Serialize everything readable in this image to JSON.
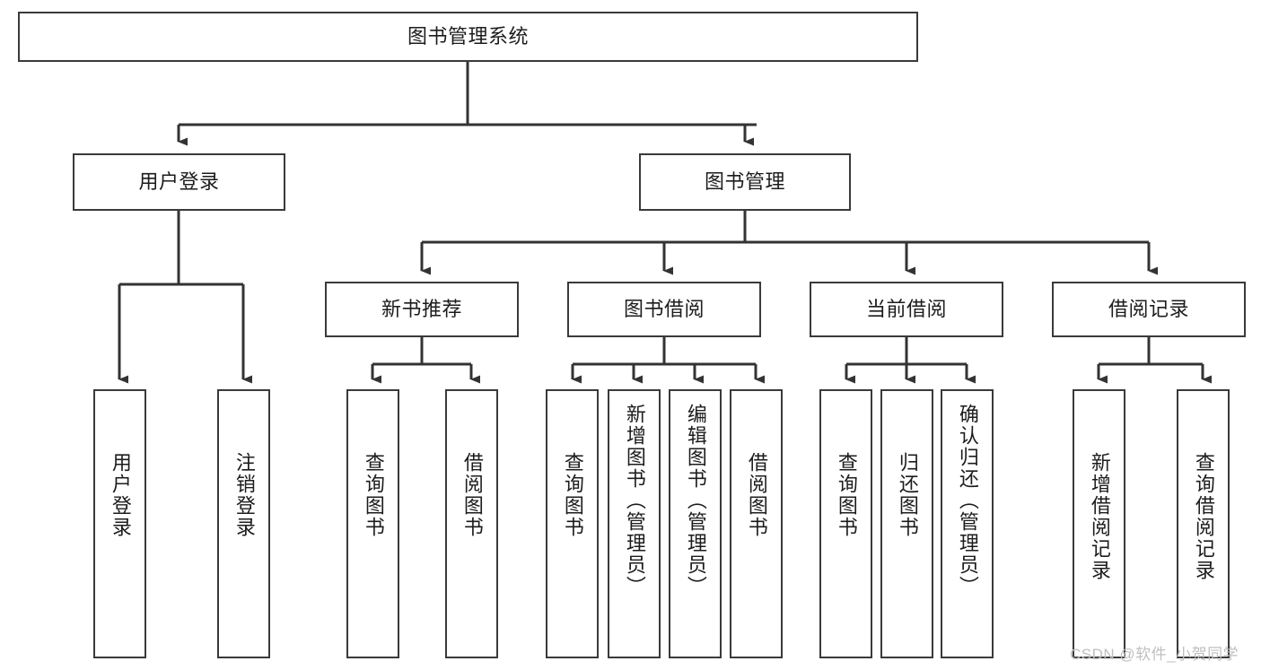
{
  "diagram": {
    "type": "hierarchy-tree",
    "title": "图书管理系统",
    "watermark": "CSDN @软件_小贺同学",
    "colors": {
      "box_border": "#3a3a3a",
      "box_fill": "#ffffff",
      "connector": "#333333",
      "text": "#1c1c1c",
      "watermark": "#bfbfbf"
    },
    "root": {
      "label": "图书管理系统"
    },
    "level1": [
      {
        "label": "用户登录"
      },
      {
        "label": "图书管理"
      }
    ],
    "level2": [
      {
        "label": "新书推荐"
      },
      {
        "label": "图书借阅"
      },
      {
        "label": "当前借阅"
      },
      {
        "label": "借阅记录"
      }
    ],
    "leaves": {
      "user_login": [
        {
          "label": "用户登录"
        },
        {
          "label": "注销登录"
        }
      ],
      "new_book_recommend": [
        {
          "label": "查询图书"
        },
        {
          "label": "借阅图书"
        }
      ],
      "book_borrow": [
        {
          "label": "查询图书"
        },
        {
          "label": "新增图书（管理员）"
        },
        {
          "label": "编辑图书（管理员）"
        },
        {
          "label": "借阅图书"
        }
      ],
      "current_borrow": [
        {
          "label": "查询图书"
        },
        {
          "label": "归还图书"
        },
        {
          "label": "确认归还（管理员）"
        }
      ],
      "borrow_record": [
        {
          "label": "新增借阅记录"
        },
        {
          "label": "查询借阅记录"
        }
      ]
    }
  }
}
